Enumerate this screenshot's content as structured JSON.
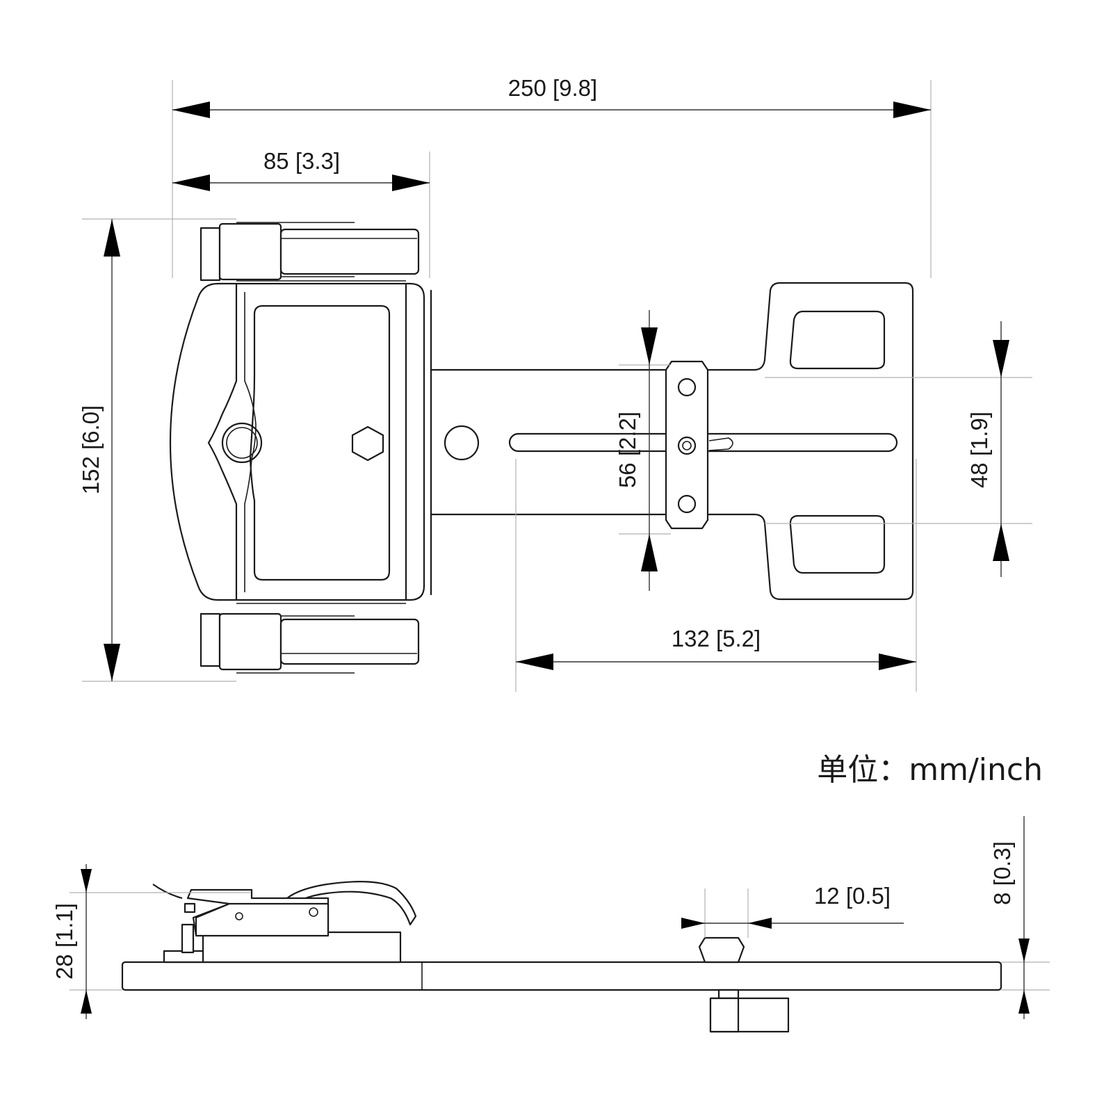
{
  "units_label": "单位：mm/inch",
  "top_view": {
    "dims": {
      "overall_length": "250 [9.8]",
      "clamp_width": "85 [3.3]",
      "overall_height": "152 [6.0]",
      "slot_length": "132 [5.2]",
      "slide_block": "56 [2.2]",
      "plate_width": "48 [1.9]"
    }
  },
  "side_view": {
    "dims": {
      "total_height": "28 [1.1]",
      "knob_width": "12 [0.5]",
      "plate_thickness": "8 [0.3]"
    }
  }
}
